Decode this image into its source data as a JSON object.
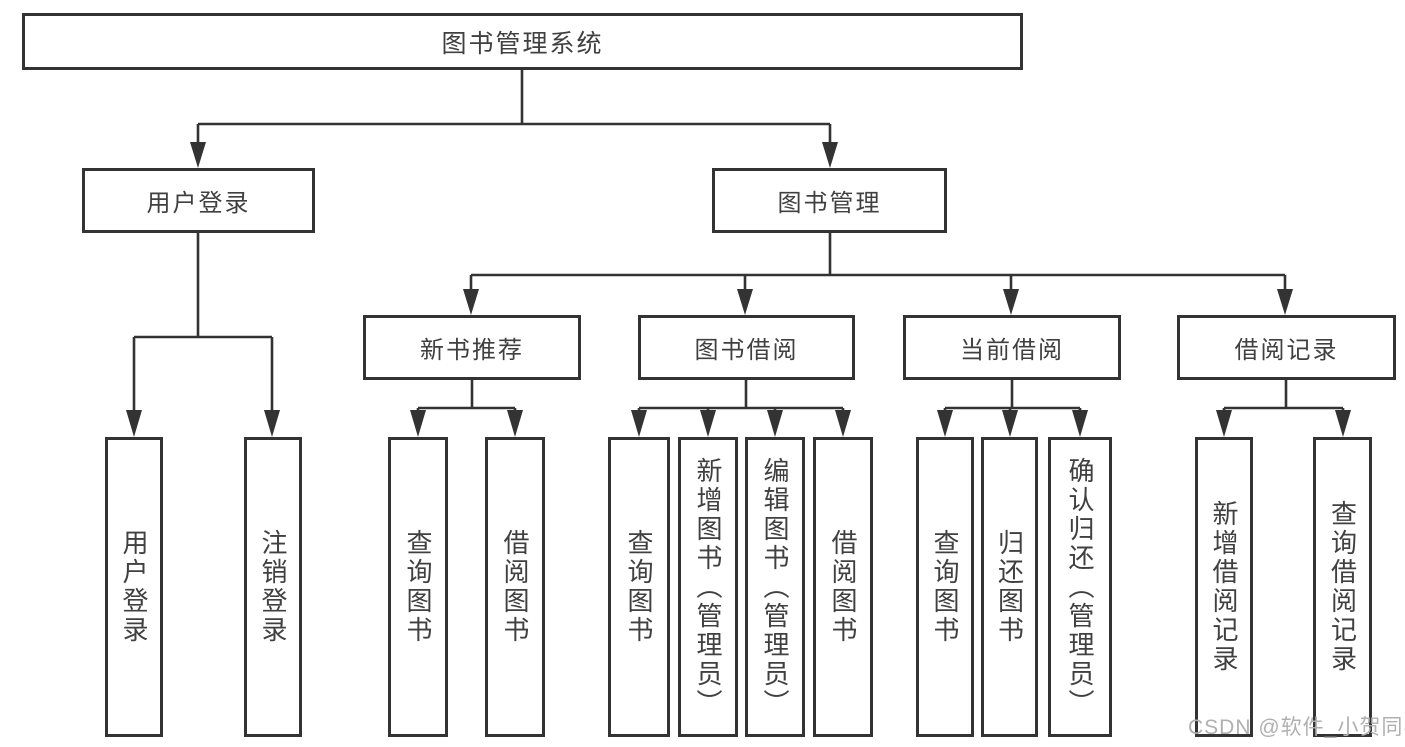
{
  "diagram": {
    "title": "图书管理系统",
    "watermark": "CSDN @软件_小贺同学",
    "colors": {
      "line": "#333333",
      "border": "#333333",
      "text": "#404040",
      "watermark": "#b0b0b0",
      "background": "#ffffff"
    },
    "root": {
      "label": "图书管理系统"
    },
    "level2": [
      {
        "id": "user-login",
        "label": "用户登录",
        "children": [
          "用户登录",
          "注销登录"
        ]
      },
      {
        "id": "book-management",
        "label": "图书管理"
      }
    ],
    "level3": [
      {
        "id": "new-book-recommend",
        "label": "新书推荐",
        "children": [
          "查询图书",
          "借阅图书"
        ]
      },
      {
        "id": "book-borrow",
        "label": "图书借阅",
        "children": [
          "查询图书",
          "新增图书（管理员）",
          "编辑图书（管理员）",
          "借阅图书"
        ]
      },
      {
        "id": "current-borrow",
        "label": "当前借阅",
        "children": [
          "查询图书",
          "归还图书",
          "确认归还（管理员）"
        ]
      },
      {
        "id": "borrow-record",
        "label": "借阅记录",
        "children": [
          "新增借阅记录",
          "查询借阅记录"
        ]
      }
    ]
  }
}
